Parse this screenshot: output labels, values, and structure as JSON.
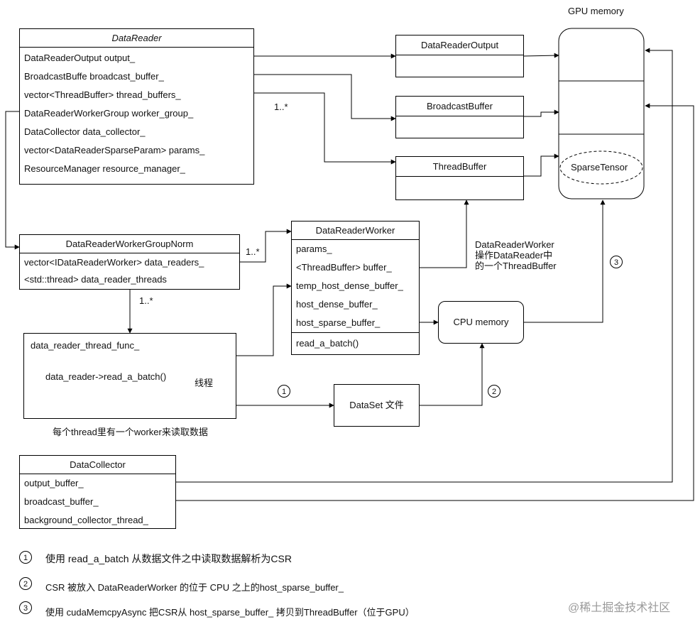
{
  "gpu_memory": {
    "title": "GPU memory",
    "sparse_tensor": "SparseTensor"
  },
  "data_reader": {
    "title": "DataReader",
    "fields": [
      "DataReaderOutput output_",
      "BroadcastBuffe broadcast_buffer_",
      "vector<ThreadBuffer> thread_buffers_",
      "DataReaderWorkerGroup worker_group_",
      "DataCollector data_collector_",
      "vector<DataReaderSparseParam> params_",
      "ResourceManager resource_manager_"
    ]
  },
  "data_reader_output": {
    "title": "DataReaderOutput"
  },
  "broadcast_buffer": {
    "title": "BroadcastBuffer"
  },
  "thread_buffer": {
    "title": "ThreadBuffer"
  },
  "worker_group": {
    "title": "DataReaderWorkerGroupNorm",
    "fields": [
      "vector<IDataReaderWorker> data_readers_",
      "<std::thread> data_reader_threads"
    ]
  },
  "worker": {
    "title": "DataReaderWorker",
    "fields": [
      "params_",
      "<ThreadBuffer> buffer_",
      "temp_host_dense_buffer_",
      "host_dense_buffer_",
      "host_sparse_buffer_"
    ],
    "method": "read_a_batch()"
  },
  "thread_func": {
    "title": "data_reader_thread_func_",
    "call": "data_reader->read_a_batch()",
    "thread_label": "线程",
    "caption": "每个thread里有一个worker来读取数据"
  },
  "cpu_memory": {
    "title": "CPU memory"
  },
  "dataset": {
    "title": "DataSet 文件"
  },
  "data_collector": {
    "title": "DataCollector",
    "fields": [
      "output_buffer_",
      "broadcast_buffer_",
      "background_collector_thread_"
    ]
  },
  "multiplicity": {
    "thread_buffers": "1..*",
    "workers": "1..*",
    "threads": "1..*"
  },
  "annotation": [
    "DataReaderWorker",
    "操作DataReader中",
    "的一个ThreadBuffer"
  ],
  "step_markers": [
    "1",
    "2",
    "3"
  ],
  "legend": [
    {
      "num": "1",
      "text": "使用 read_a_batch 从数据文件之中读取数据解析为CSR"
    },
    {
      "num": "2",
      "text": "CSR 被放入 DataReaderWorker 的位于 CPU 之上的host_sparse_buffer_"
    },
    {
      "num": "3",
      "text": "使用 cudaMemcpyAsync 把CSR从 host_sparse_buffer_ 拷贝到ThreadBuffer（位于GPU）"
    }
  ],
  "watermark": "@稀土掘金技术社区"
}
